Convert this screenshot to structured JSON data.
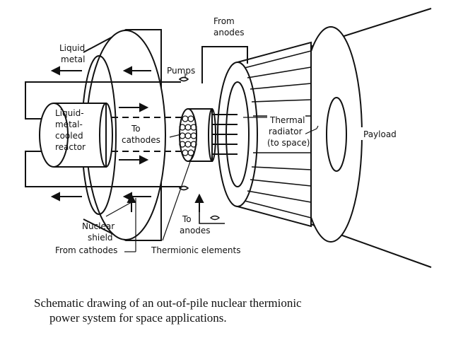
{
  "diagram": {
    "labels": {
      "liquid_metal_1": "Liquid",
      "liquid_metal_2": "metal",
      "from_anodes_1": "From",
      "from_anodes_2": "anodes",
      "pumps": "Pumps",
      "reactor_1": "Liquid-",
      "reactor_2": "metal-",
      "reactor_3": "cooled",
      "reactor_4": "reactor",
      "to_cathodes_1": "To",
      "to_cathodes_2": "cathodes",
      "radiator_1": "Thermal",
      "radiator_2": "radiator",
      "radiator_3": "(to space)",
      "payload": "Payload",
      "shield_1": "Nuclear",
      "shield_2": "shield",
      "from_cathodes": "From cathodes",
      "to_anodes_1": "To",
      "to_anodes_2": "anodes",
      "thermionic": "Thermionic elements"
    }
  },
  "caption": {
    "line1": "Schematic drawing of an out-of-pile nuclear thermionic",
    "line2": "power system for space applications."
  }
}
